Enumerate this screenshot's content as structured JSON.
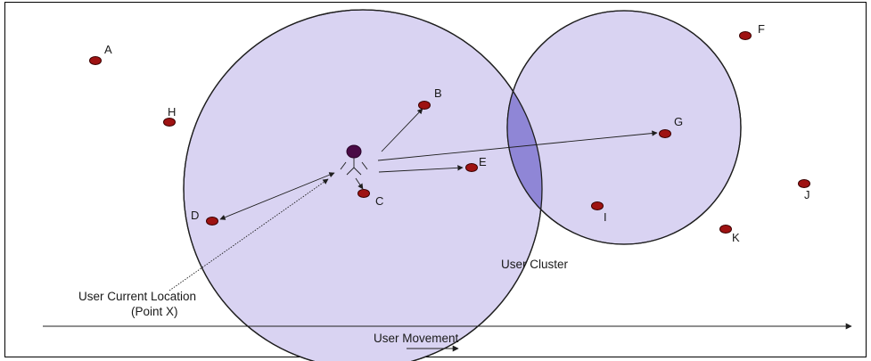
{
  "colors": {
    "border": "#000000",
    "circle_fill": "#d9d3f2",
    "circle_stroke": "#1f1f1f",
    "overlap_fill": "#8f86d6",
    "point_fill": "#9e1212",
    "point_stroke": "#3a0000",
    "user_fill": "#4a0a46",
    "line": "#1f1f1f"
  },
  "points": [
    {
      "id": "A",
      "label": "A"
    },
    {
      "id": "B",
      "label": "B"
    },
    {
      "id": "C",
      "label": "C"
    },
    {
      "id": "D",
      "label": "D"
    },
    {
      "id": "E",
      "label": "E"
    },
    {
      "id": "F",
      "label": "F"
    },
    {
      "id": "G",
      "label": "G"
    },
    {
      "id": "H",
      "label": "H"
    },
    {
      "id": "I",
      "label": "I"
    },
    {
      "id": "J",
      "label": "J"
    },
    {
      "id": "K",
      "label": "K"
    }
  ],
  "labels": {
    "cluster": "User Cluster",
    "location_line1": "User Current Location",
    "location_line2": "(Point X)",
    "movement": "User Movement"
  }
}
